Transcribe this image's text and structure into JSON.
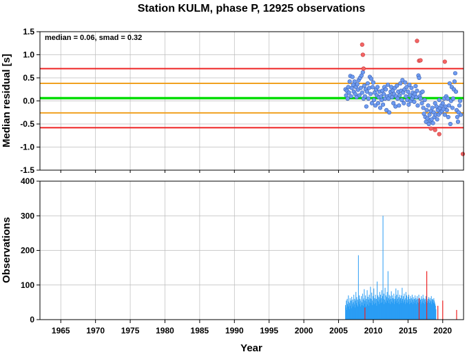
{
  "title": "Station KULM, phase P, 12925 observations",
  "colors": {
    "median_line": "#00dd00",
    "smad_line": "#f0a020",
    "limit_line": "#ee2222",
    "inlier_point": "#6e9bf0",
    "outlier_point": "#f46464",
    "obs_bar": "#2a9df4",
    "obs_outlier_bar": "#ee2222",
    "grid": "#bbbbbb",
    "axis": "#000000"
  },
  "chart_data": [
    {
      "type": "scatter",
      "xlabel": "",
      "ylabel": "Median residual [s]",
      "xlim": [
        1962.0,
        2023.0
      ],
      "ylim": [
        -1.5,
        1.5
      ],
      "xticks": [
        1965,
        1970,
        1975,
        1980,
        1985,
        1990,
        1995,
        2000,
        2005,
        2010,
        2015,
        2020
      ],
      "yticks": [
        -1.5,
        -1.0,
        -0.5,
        0.0,
        0.5,
        1.0,
        1.5
      ],
      "ytick_labels": [
        "-1.5",
        "-1.0",
        "-0.5",
        "0.0",
        "0.5",
        "1.0",
        "1.5"
      ],
      "annotation": "median = 0.06, smad = 0.32",
      "hlines": {
        "median": 0.06,
        "smad_upper": 0.38,
        "smad_lower": -0.26,
        "limit_upper": 0.7,
        "limit_lower": -0.58
      },
      "inliers": [
        [
          2006.0,
          0.25
        ],
        [
          2006.1,
          0.12
        ],
        [
          2006.2,
          0.22
        ],
        [
          2006.3,
          0.05
        ],
        [
          2006.4,
          0.3
        ],
        [
          2006.5,
          0.18
        ],
        [
          2006.6,
          0.42
        ],
        [
          2006.7,
          0.54
        ],
        [
          2006.8,
          0.1
        ],
        [
          2006.9,
          0.28
        ],
        [
          2007.0,
          0.52
        ],
        [
          2007.1,
          0.35
        ],
        [
          2007.2,
          0.2
        ],
        [
          2007.3,
          0.42
        ],
        [
          2007.4,
          0.15
        ],
        [
          2007.5,
          0.3
        ],
        [
          2007.6,
          0.08
        ],
        [
          2007.7,
          0.36
        ],
        [
          2007.8,
          0.24
        ],
        [
          2007.9,
          0.45
        ],
        [
          2008.0,
          0.12
        ],
        [
          2008.1,
          0.5
        ],
        [
          2008.2,
          0.28
        ],
        [
          2008.3,
          0.55
        ],
        [
          2008.4,
          0.18
        ],
        [
          2008.5,
          0.62
        ],
        [
          2008.6,
          0.05
        ],
        [
          2008.7,
          0.33
        ],
        [
          2008.8,
          0.1
        ],
        [
          2008.9,
          0.25
        ],
        [
          2009.0,
          -0.12
        ],
        [
          2009.1,
          0.2
        ],
        [
          2009.2,
          0.38
        ],
        [
          2009.3,
          0.05
        ],
        [
          2009.4,
          0.28
        ],
        [
          2009.5,
          0.52
        ],
        [
          2009.6,
          0.15
        ],
        [
          2009.7,
          0.48
        ],
        [
          2009.8,
          -0.05
        ],
        [
          2009.9,
          0.3
        ],
        [
          2010.0,
          0.4
        ],
        [
          2010.1,
          0.02
        ],
        [
          2010.2,
          0.18
        ],
        [
          2010.3,
          -0.1
        ],
        [
          2010.4,
          0.25
        ],
        [
          2010.5,
          0.12
        ],
        [
          2010.6,
          0.3
        ],
        [
          2010.7,
          -0.05
        ],
        [
          2010.8,
          0.08
        ],
        [
          2010.9,
          0.2
        ],
        [
          2011.0,
          -0.15
        ],
        [
          2011.1,
          0.1
        ],
        [
          2011.2,
          0.02
        ],
        [
          2011.3,
          0.22
        ],
        [
          2011.4,
          -0.08
        ],
        [
          2011.5,
          0.15
        ],
        [
          2011.6,
          0.3
        ],
        [
          2011.7,
          0.05
        ],
        [
          2011.8,
          0.25
        ],
        [
          2011.9,
          -0.2
        ],
        [
          2012.0,
          0.1
        ],
        [
          2012.1,
          0.35
        ],
        [
          2012.2,
          0.05
        ],
        [
          2012.3,
          -0.25
        ],
        [
          2012.4,
          0.12
        ],
        [
          2012.5,
          0.2
        ],
        [
          2012.6,
          0.3
        ],
        [
          2012.7,
          0.08
        ],
        [
          2012.8,
          0.22
        ],
        [
          2012.9,
          -0.05
        ],
        [
          2013.0,
          0.15
        ],
        [
          2013.1,
          0.28
        ],
        [
          2013.2,
          -0.12
        ],
        [
          2013.3,
          0.1
        ],
        [
          2013.4,
          0.33
        ],
        [
          2013.5,
          0.05
        ],
        [
          2013.6,
          0.2
        ],
        [
          2013.7,
          -0.1
        ],
        [
          2013.8,
          0.12
        ],
        [
          2013.9,
          0.38
        ],
        [
          2014.0,
          0.22
        ],
        [
          2014.1,
          0.02
        ],
        [
          2014.2,
          0.45
        ],
        [
          2014.3,
          0.18
        ],
        [
          2014.4,
          -0.05
        ],
        [
          2014.5,
          0.25
        ],
        [
          2014.6,
          0.4
        ],
        [
          2014.7,
          0.1
        ],
        [
          2014.8,
          0.3
        ],
        [
          2014.9,
          0.02
        ],
        [
          2015.0,
          0.2
        ],
        [
          2015.1,
          -0.08
        ],
        [
          2015.2,
          0.35
        ],
        [
          2015.3,
          0.12
        ],
        [
          2015.4,
          0.0
        ],
        [
          2015.5,
          0.28
        ],
        [
          2015.6,
          0.05
        ],
        [
          2015.7,
          0.18
        ],
        [
          2015.8,
          0.1
        ],
        [
          2015.9,
          -0.02
        ],
        [
          2016.0,
          0.15
        ],
        [
          2016.1,
          0.32
        ],
        [
          2016.2,
          0.08
        ],
        [
          2016.3,
          0.22
        ],
        [
          2016.4,
          -0.1
        ],
        [
          2016.5,
          0.55
        ],
        [
          2016.6,
          0.5
        ],
        [
          2016.7,
          0.1
        ],
        [
          2016.8,
          0.05
        ],
        [
          2016.9,
          0.18
        ],
        [
          2017.0,
          -0.05
        ],
        [
          2017.1,
          0.2
        ],
        [
          2017.2,
          -0.15
        ],
        [
          2017.3,
          -0.28
        ],
        [
          2017.4,
          0.02
        ],
        [
          2017.5,
          -0.35
        ],
        [
          2017.6,
          -0.45
        ],
        [
          2017.7,
          -0.2
        ],
        [
          2017.8,
          -0.38
        ],
        [
          2017.9,
          -0.1
        ],
        [
          2018.0,
          -0.5
        ],
        [
          2018.1,
          -0.3
        ],
        [
          2018.2,
          -0.42
        ],
        [
          2018.3,
          -0.22
        ],
        [
          2018.4,
          -0.4
        ],
        [
          2018.5,
          -0.15
        ],
        [
          2018.6,
          -0.48
        ],
        [
          2018.7,
          -0.25
        ],
        [
          2018.8,
          -0.35
        ],
        [
          2018.9,
          -0.05
        ],
        [
          2019.0,
          -0.3
        ],
        [
          2019.1,
          -0.12
        ],
        [
          2019.2,
          -0.4
        ],
        [
          2019.3,
          -0.2
        ],
        [
          2019.4,
          -0.3
        ],
        [
          2019.5,
          0.02
        ],
        [
          2019.6,
          -0.15
        ],
        [
          2019.7,
          -0.25
        ],
        [
          2019.8,
          -0.1
        ],
        [
          2019.9,
          -0.22
        ],
        [
          2020.0,
          -0.05
        ],
        [
          2020.1,
          -0.18
        ],
        [
          2020.2,
          0.05
        ],
        [
          2020.3,
          -0.3
        ],
        [
          2020.4,
          -0.12
        ],
        [
          2020.5,
          0.1
        ],
        [
          2020.6,
          -0.2
        ],
        [
          2020.7,
          0.05
        ],
        [
          2020.8,
          -0.35
        ],
        [
          2020.9,
          -0.1
        ],
        [
          2021.0,
          0.38
        ],
        [
          2021.1,
          -0.5
        ],
        [
          2021.2,
          0.0
        ],
        [
          2021.3,
          0.3
        ],
        [
          2021.4,
          -0.15
        ],
        [
          2021.5,
          0.05
        ],
        [
          2021.6,
          0.25
        ],
        [
          2021.7,
          0.42
        ],
        [
          2021.8,
          0.6
        ],
        [
          2021.9,
          0.2
        ],
        [
          2022.0,
          -0.2
        ],
        [
          2022.1,
          -0.35
        ],
        [
          2022.2,
          -0.45
        ],
        [
          2022.3,
          -0.25
        ],
        [
          2022.4,
          -0.1
        ],
        [
          2022.5,
          0.0
        ],
        [
          2022.6,
          -0.3
        ]
      ],
      "outliers": [
        [
          2008.4,
          1.22
        ],
        [
          2008.5,
          1.0
        ],
        [
          2008.6,
          0.7
        ],
        [
          2016.3,
          1.3
        ],
        [
          2016.6,
          0.87
        ],
        [
          2016.8,
          0.88
        ],
        [
          2018.3,
          -0.6
        ],
        [
          2018.9,
          -0.63
        ],
        [
          2019.5,
          -0.72
        ],
        [
          2020.3,
          0.85
        ],
        [
          2022.9,
          -1.15
        ]
      ]
    },
    {
      "type": "bar",
      "xlabel": "Year",
      "ylabel": "Observations",
      "xlim": [
        1962.0,
        2023.0
      ],
      "ylim": [
        0,
        400
      ],
      "xticks": [
        1965,
        1970,
        1975,
        1980,
        1985,
        1990,
        1995,
        2000,
        2005,
        2010,
        2015,
        2020
      ],
      "xtick_labels": [
        "1965",
        "1970",
        "1975",
        "1980",
        "1985",
        "1990",
        "1995",
        "2000",
        "2005",
        "2010",
        "2015",
        "2020"
      ],
      "yticks": [
        0,
        100,
        200,
        300,
        400
      ],
      "ytick_labels": [
        "0",
        "100",
        "200",
        "300",
        "400"
      ],
      "series": [
        {
          "values_note": "observations per time bin",
          "start": 2006.0,
          "step": 0.06,
          "values": [
            42,
            35,
            55,
            28,
            60,
            45,
            38,
            70,
            52,
            30,
            48,
            62,
            40,
            55,
            33,
            66,
            45,
            58,
            38,
            50,
            72,
            44,
            60,
            35,
            55,
            80,
            48,
            65,
            42,
            58,
            38,
            186,
            52,
            70,
            45,
            60,
            38,
            55,
            68,
            42,
            50,
            75,
            58,
            40,
            62,
            88,
            46,
            55,
            70,
            38,
            60,
            52,
            85,
            44,
            66,
            58,
            40,
            72,
            50,
            62,
            95,
            48,
            60,
            78,
            42,
            55,
            68,
            50,
            90,
            45,
            62,
            58,
            72,
            48,
            60,
            40,
            110,
            55,
            70,
            52,
            65,
            45,
            80,
            58,
            72,
            48,
            62,
            85,
            50,
            68,
            300,
            60,
            75,
            45,
            58,
            92,
            52,
            70,
            48,
            65,
            80,
            55,
            140,
            62,
            48,
            72,
            58,
            68,
            45,
            60,
            82,
            52,
            70,
            48,
            62,
            58,
            75,
            45,
            60,
            52,
            68,
            90,
            55,
            72,
            48,
            60,
            85,
            52,
            65,
            45,
            72,
            58,
            62,
            48,
            70,
            55,
            92,
            60,
            48,
            68,
            52,
            75,
            58,
            45,
            62,
            80,
            50,
            70,
            48,
            58,
            66,
            52,
            72,
            45,
            60,
            55,
            68,
            48,
            62,
            50,
            72,
            58,
            45,
            65,
            52,
            60,
            48,
            70,
            55,
            62,
            45,
            58,
            68,
            50,
            60,
            48,
            72,
            55,
            62,
            52,
            58,
            45,
            68,
            50,
            60,
            55,
            72,
            48,
            62,
            58,
            45,
            60,
            52,
            68,
            50,
            62,
            55,
            48,
            60,
            52,
            65,
            48,
            58,
            62,
            50,
            55,
            68,
            45,
            60,
            52,
            58,
            48,
            62,
            55,
            50,
            45,
            40,
            30
          ]
        },
        {
          "name": "outliers",
          "points": [
            [
              2008.8,
              35
            ],
            [
              2016.6,
              62
            ],
            [
              2017.7,
              140
            ],
            [
              2019.3,
              40
            ],
            [
              2020.0,
              55
            ],
            [
              2022.0,
              28
            ]
          ]
        }
      ]
    }
  ]
}
